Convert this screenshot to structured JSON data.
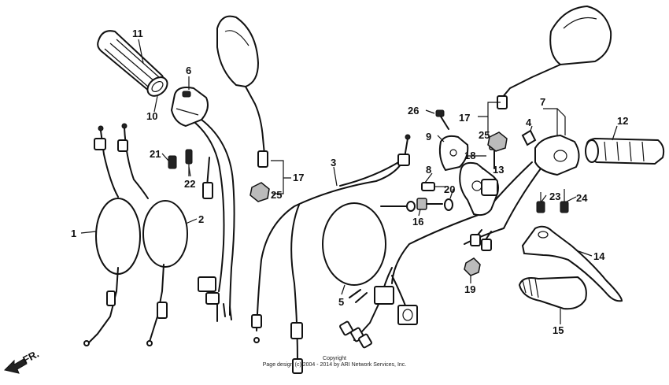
{
  "callouts": {
    "c1": "1",
    "c2": "2",
    "c3": "3",
    "c4": "4",
    "c5": "5",
    "c6": "6",
    "c7": "7",
    "c8": "8",
    "c9": "9",
    "c10": "10",
    "c11": "11",
    "c12": "12",
    "c13": "13",
    "c14": "14",
    "c15": "15",
    "c16": "16",
    "c17a": "17",
    "c17b": "17",
    "c18": "18",
    "c19": "19",
    "c20": "20",
    "c21": "21",
    "c22": "22",
    "c23": "23",
    "c24": "24",
    "c25a": "25",
    "c25b": "25",
    "c26": "26"
  },
  "direction_label": "FR.",
  "copyright": {
    "line1": "Copyright",
    "line2": "Page design (c) 2004 - 2014 by ARI Network Services, Inc."
  }
}
